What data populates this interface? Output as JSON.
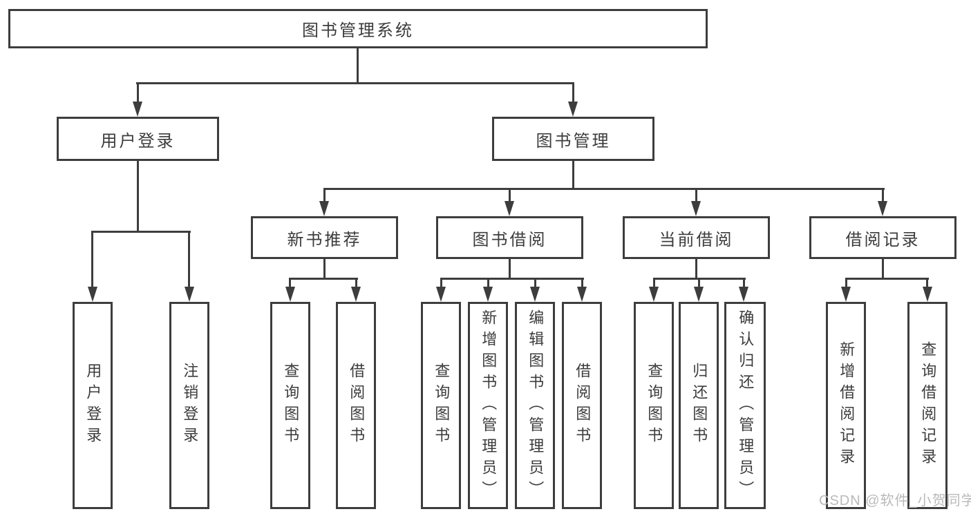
{
  "diagram": {
    "title": "图书管理系统",
    "level2": [
      {
        "label": "用户登录"
      },
      {
        "label": "图书管理"
      }
    ],
    "level3": [
      {
        "label": "新书推荐"
      },
      {
        "label": "图书借阅"
      },
      {
        "label": "当前借阅"
      },
      {
        "label": "借阅记录"
      }
    ],
    "leaves": {
      "user_login": [
        {
          "label": "用户登录"
        },
        {
          "label": "注销登录"
        }
      ],
      "new_book_rec": [
        {
          "label": "查询图书"
        },
        {
          "label": "借阅图书"
        }
      ],
      "book_borrow": [
        {
          "label": "查询图书"
        },
        {
          "label": "新增图书（管理员）"
        },
        {
          "label": "编辑图书（管理员）"
        },
        {
          "label": "借阅图书"
        }
      ],
      "current_borrow": [
        {
          "label": "查询图书"
        },
        {
          "label": "归还图书"
        },
        {
          "label": "确认归还（管理员）"
        }
      ],
      "borrow_records": [
        {
          "label": "新增借阅记录"
        },
        {
          "label": "查询借阅记录"
        }
      ]
    }
  },
  "watermark": {
    "text": "CSDN @软件_小贺同学"
  },
  "colors": {
    "line": "#3d3d3d",
    "text": "#3c3c3c",
    "background": "#ffffff",
    "watermark": "#b9b9b9"
  }
}
